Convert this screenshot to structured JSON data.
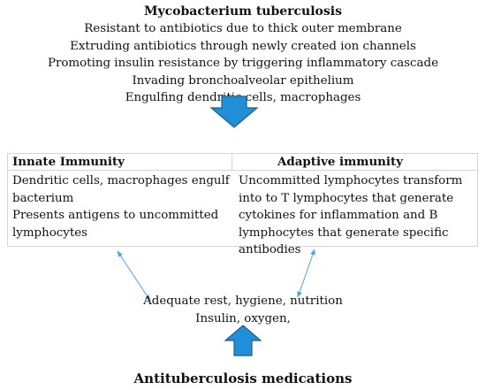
{
  "pathogen": {
    "title": "Mycobacterium tuberculosis",
    "features": [
      "Resistant to antibiotics due to thick outer membrane",
      "Extruding antibiotics through newly created ion channels",
      "Promoting insulin resistance by triggering inflammatory cascade",
      "Invading bronchoalveolar epithelium",
      "Engulfing dendritic cells, macrophages"
    ]
  },
  "immunity": {
    "innate": {
      "heading": "Innate Immunity",
      "lines": [
        "Dendritic cells, macrophages engulf",
        "bacterium",
        "Presents antigens to uncommitted",
        "lymphocytes"
      ]
    },
    "adaptive": {
      "heading": "Adaptive immunity",
      "lines": [
        "Uncommitted lymphocytes transform",
        "into to T lymphocytes that generate",
        "cytokines for inflammation and B",
        "lymphocytes that generate specific",
        "antibodies"
      ]
    }
  },
  "support": {
    "lines": [
      "Adequate rest, hygiene, nutrition",
      "Insulin, oxygen,"
    ]
  },
  "treatment": {
    "title": "Antituberculosis medications"
  },
  "colors": {
    "arrow_fill": "#1f8fd8",
    "arrow_stroke": "#1f5f8b",
    "connector": "#4aa3df",
    "table_border": "#d4d4d4"
  }
}
